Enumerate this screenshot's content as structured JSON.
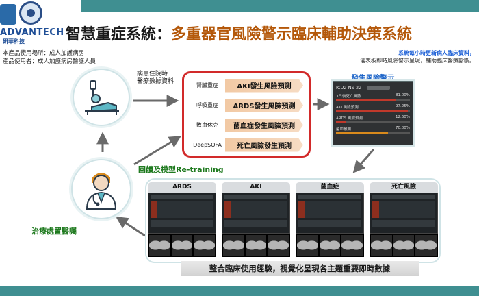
{
  "logo": {
    "company": "ADVANTECH",
    "company_cn": "研華科技"
  },
  "title": {
    "part1": "智慧重症系統：",
    "part2": "多重器官風險警示臨床輔助決策系統"
  },
  "info": {
    "line1": "本產品使用場所：成人加護病房",
    "line2": "產品使用者：成人加護病房醫護人員"
  },
  "note": {
    "line1": "系統每小時更新病人臨床資料，",
    "line2": "儀表板即時風險警示呈現，輔助臨床醫療診斷。"
  },
  "flow": {
    "data_label_1": "病患住院時",
    "data_label_2": "醫療數據資料",
    "retrain": "回饋及模型Re-training",
    "treatment": "治療處置醫囑"
  },
  "models": [
    {
      "organ": "腎臟重症",
      "task": "AKI發生風險預測"
    },
    {
      "organ": "呼吸重症",
      "task": "ARDS發生風險預測"
    },
    {
      "organ": "敗血休克",
      "task": "菌血症發生風險預測"
    },
    {
      "organ": "DeepSOFA",
      "task": "死亡風險發生預測"
    }
  ],
  "alert": {
    "title": "發生風險警示",
    "bed": "ICU2-NS-22",
    "rows": [
      {
        "label": "3日後死亡風險",
        "value": "81.00%",
        "level": 0.81,
        "color": "#c0392b"
      },
      {
        "label": "AKI 風險預測",
        "value": "97.25%",
        "level": 0.97,
        "color": "#c0392b"
      },
      {
        "label": "ARDS 風險預測",
        "value": "12.60%",
        "level": 0.13,
        "color": "#c0392b"
      },
      {
        "label": "菌血預測",
        "value": "70.00%",
        "level": 0.7,
        "color": "#d98a1c"
      }
    ]
  },
  "dashboards": [
    {
      "label": "ARDS"
    },
    {
      "label": "AKI"
    },
    {
      "label": "菌血症"
    },
    {
      "label": "死亡風險"
    }
  ],
  "caption": "整合臨床使用經驗，視覺化呈現各主題重要即時數據",
  "colors": {
    "bar": "#3f8f91",
    "frame": "#d22a2a",
    "green": "#1f7a1f",
    "orange": "#b4580a"
  }
}
